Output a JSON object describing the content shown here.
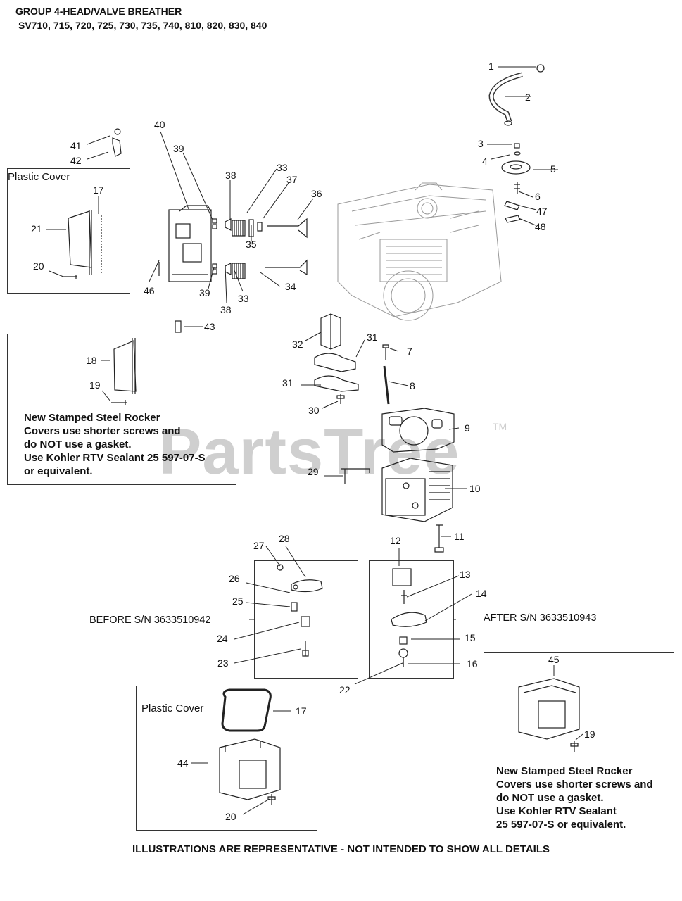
{
  "header": {
    "title": "GROUP 4-HEAD/VALVE BREATHER",
    "models": "SV710, 715, 720, 725, 730, 735, 740, 810, 820, 830, 840"
  },
  "watermark": {
    "text": "PartsTree",
    "tm": "TM"
  },
  "boxes": {
    "plastic_cover_top": "Plastic Cover",
    "plastic_cover_bottom": "Plastic Cover"
  },
  "notes": {
    "stamped_left": [
      "New Stamped Steel Rocker",
      "Covers use shorter screws and",
      "do NOT use a gasket.",
      "Use Kohler RTV Sealant 25 597-07-S",
      "or equivalent."
    ],
    "stamped_right": [
      "New Stamped Steel Rocker",
      "Covers use shorter screws and",
      "do NOT use a gasket.",
      "Use Kohler RTV Sealant",
      "25 597-07-S or equivalent."
    ]
  },
  "side_labels": {
    "before": "BEFORE S/N 3633510942",
    "after": "AFTER S/N 3633510943"
  },
  "callouts": {
    "n1": "1",
    "n2": "2",
    "n3": "3",
    "n4": "4",
    "n5": "5",
    "n6": "6",
    "n47": "47",
    "n48": "48",
    "n41": "41",
    "n42": "42",
    "n40": "40",
    "n39a": "39",
    "n38a": "38",
    "n33a": "33",
    "n37": "37",
    "n36": "36",
    "n35": "35",
    "n34": "34",
    "n33b": "33",
    "n38b": "38",
    "n39b": "39",
    "n46": "46",
    "n17a": "17",
    "n21": "21",
    "n20a": "20",
    "n43": "43",
    "n18": "18",
    "n19a": "19",
    "n32": "32",
    "n31a": "31",
    "n31b": "31",
    "n30": "30",
    "n7": "7",
    "n8": "8",
    "n9": "9",
    "n29": "29",
    "n10": "10",
    "n11": "11",
    "n12": "12",
    "n13": "13",
    "n14": "14",
    "n15": "15",
    "n16": "16",
    "n22": "22",
    "n27": "27",
    "n28": "28",
    "n26": "26",
    "n25": "25",
    "n24": "24",
    "n23": "23",
    "n45": "45",
    "n19b": "19",
    "n17b": "17",
    "n44": "44",
    "n20b": "20"
  },
  "footer": "ILLUSTRATIONS ARE REPRESENTATIVE - NOT INTENDED TO SHOW ALL DETAILS"
}
